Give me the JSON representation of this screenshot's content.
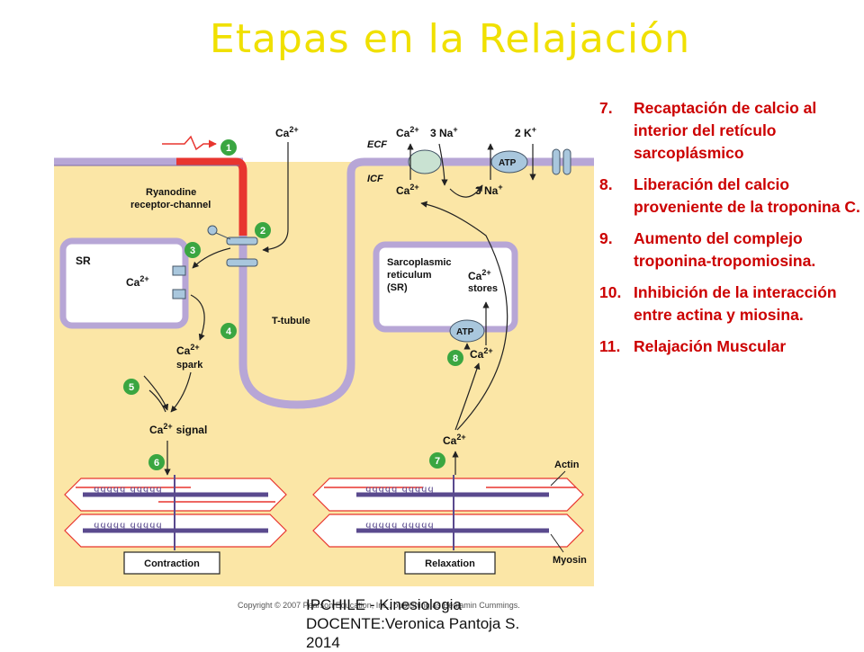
{
  "title": "Etapas en la Relajación",
  "steps": [
    {
      "num": "7.",
      "text": "Recaptación de calcio al interior del retículo sarcoplásmico"
    },
    {
      "num": "8.",
      "text": "Liberación del calcio proveniente de la troponina C."
    },
    {
      "num": "9.",
      "text": "Aumento del complejo troponina-tropomiosina."
    },
    {
      "num": "10.",
      "text": "Inhibición de la interacción entre actina y miosina."
    },
    {
      "num": "11.",
      "text": "Relajación Muscular"
    }
  ],
  "diagram": {
    "ca_top": "Ca",
    "ca_sup": "2+",
    "ecf": "ECF",
    "icf": "ICF",
    "na3_top": "3 Na",
    "na3_bottom": "3 Na",
    "k2": "2 K",
    "plus": "+",
    "atp": "ATP",
    "ryanodine_1": "Ryanodine",
    "ryanodine_2": "receptor-channel",
    "sr": "SR",
    "sarco_1": "Sarcoplasmic",
    "sarco_2": "reticulum",
    "sarco_3": "(SR)",
    "stores": "stores",
    "t_tubule": "T-tubule",
    "spark": "spark",
    "signal": "signal",
    "actin": "Actin",
    "myosin": "Myosin",
    "contraction": "Contraction",
    "relaxation": "Relaxation",
    "copyright": "Copyright © 2007 Pearson Education, Inc., publishing as Benjamin Cummings.",
    "markers": [
      "1",
      "2",
      "3",
      "4",
      "5",
      "6",
      "7",
      "8"
    ]
  },
  "footer": {
    "line1": "IPCHILE - Kinesiologia",
    "line2": "DOCENTE:Veronica Pantoja S.",
    "line3": "2014"
  },
  "colors": {
    "title": "#f0e000",
    "steps_text": "#cc0000",
    "cytoplasm": "#fbe6a6",
    "membrane": "#b7a6d6",
    "marker": "#3aa641",
    "red_membrane": "#e8352f"
  }
}
